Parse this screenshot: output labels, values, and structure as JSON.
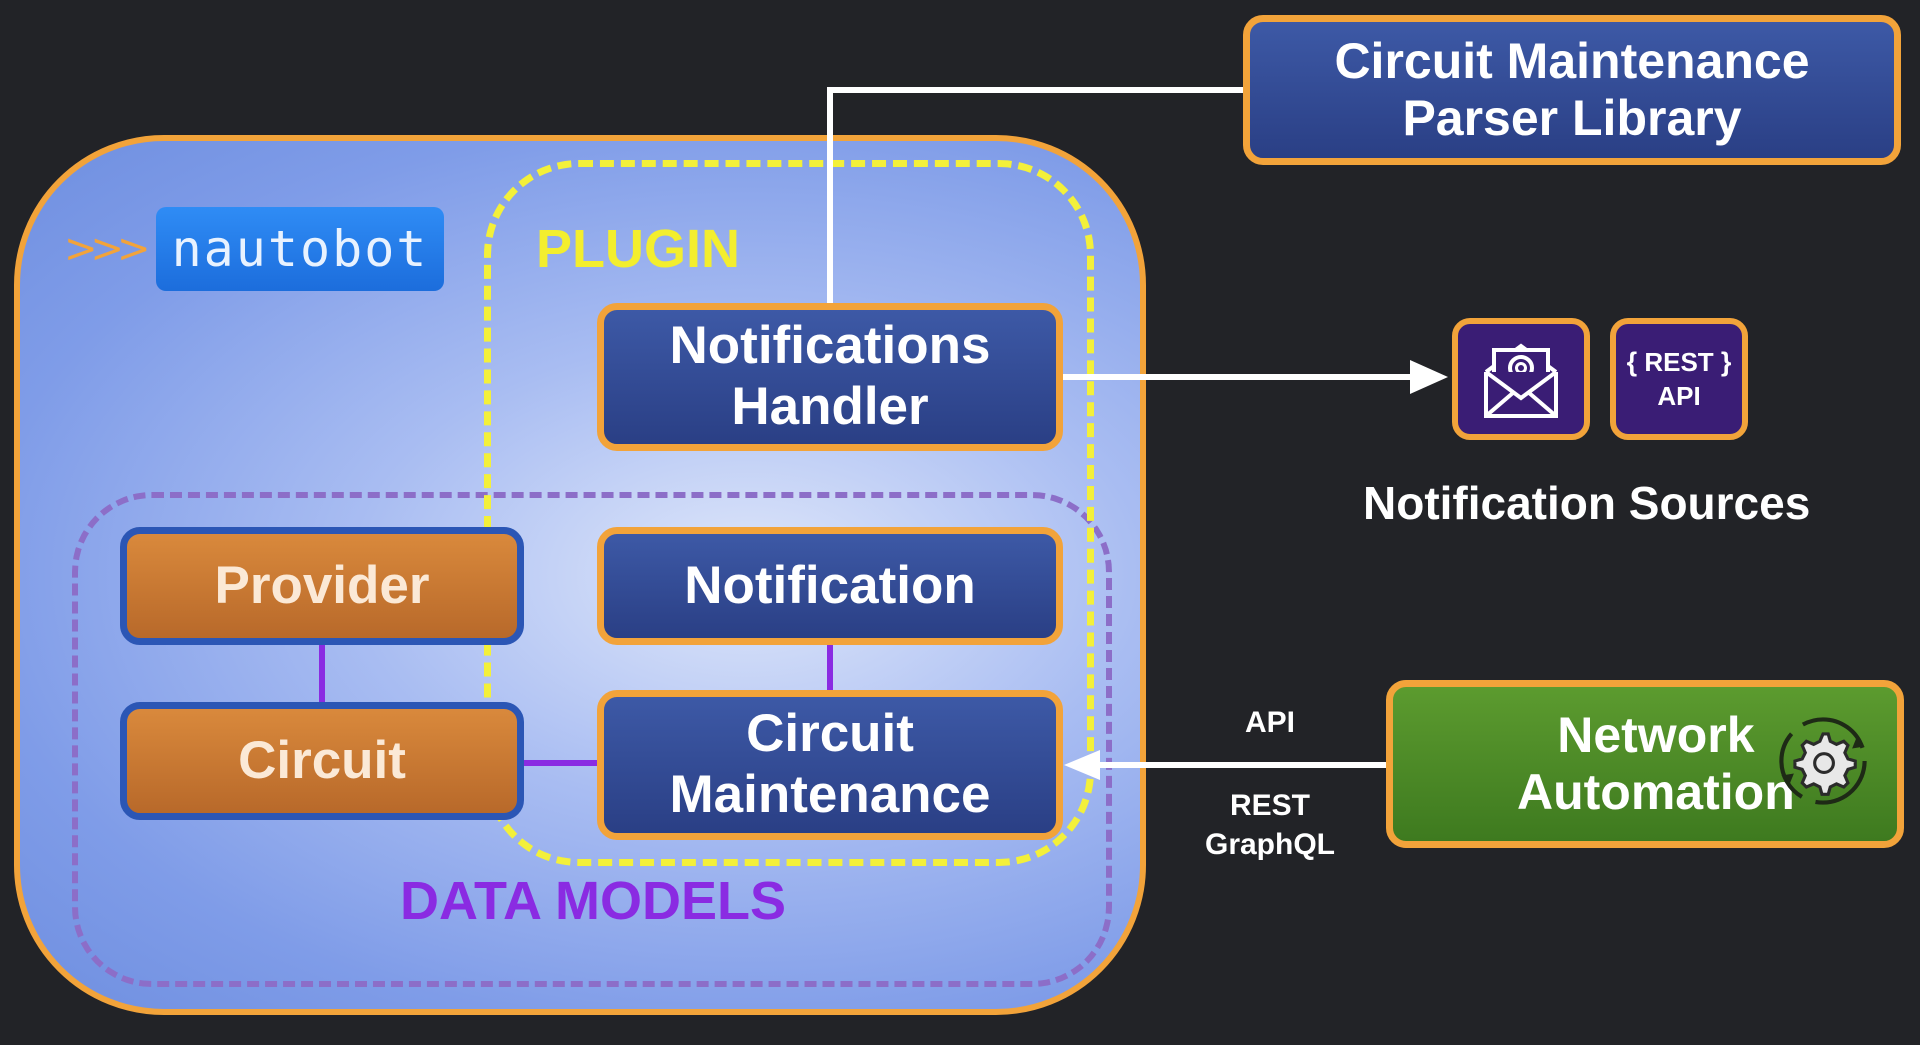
{
  "logo": {
    "text": "nautobot",
    "arrows": ">>>"
  },
  "zones": {
    "plugin": "PLUGIN",
    "data_models": "DATA MODELS"
  },
  "boxes": {
    "parser": {
      "line1": "Circuit Maintenance",
      "line2": "Parser Library"
    },
    "handler": {
      "line1": "Notifications",
      "line2": "Handler"
    },
    "notification": "Notification",
    "circuit_maintenance": {
      "line1": "Circuit",
      "line2": "Maintenance"
    },
    "provider": "Provider",
    "circuit": "Circuit",
    "network_automation": {
      "line1": "Network",
      "line2": "Automation"
    }
  },
  "sources": {
    "label": "Notification Sources",
    "email_icon": "email-at-icon",
    "api": {
      "line1": "REST",
      "line2": "API",
      "brace_open": "{",
      "brace_close": "}"
    }
  },
  "connection_labels": {
    "api": "API",
    "rest": "REST",
    "graphql": "GraphQL"
  },
  "colors": {
    "background": "#222327",
    "orange_border": "#f2a33a",
    "plugin_yellow": "#f3ee2e",
    "models_purple": "#8a2be2",
    "connector_purple": "#8a2be2",
    "connector_white": "#ffffff"
  }
}
